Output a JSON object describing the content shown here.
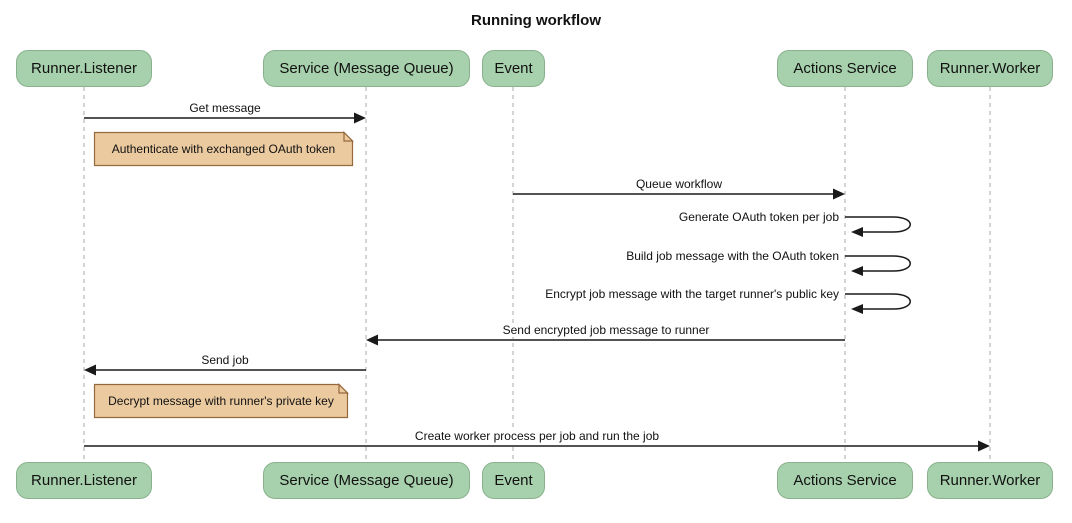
{
  "title": "Running workflow",
  "participants": [
    {
      "label": "Runner.Listener"
    },
    {
      "label": "Service (Message Queue)"
    },
    {
      "label": "Event"
    },
    {
      "label": "Actions Service"
    },
    {
      "label": "Runner.Worker"
    }
  ],
  "messages": [
    {
      "label": "Get message",
      "from": "Runner.Listener",
      "to": "Service (Message Queue)",
      "type": "solid-arrow"
    },
    {
      "label": "Queue workflow",
      "from": "Event",
      "to": "Actions Service",
      "type": "solid-arrow"
    },
    {
      "label": "Generate OAuth token per job",
      "from": "Actions Service",
      "to": "Actions Service",
      "type": "self-loop"
    },
    {
      "label": "Build job message with the OAuth token",
      "from": "Actions Service",
      "to": "Actions Service",
      "type": "self-loop"
    },
    {
      "label": "Encrypt job message with the target runner's public key",
      "from": "Actions Service",
      "to": "Actions Service",
      "type": "self-loop"
    },
    {
      "label": "Send encrypted job message to runner",
      "from": "Actions Service",
      "to": "Service (Message Queue)",
      "type": "solid-arrow"
    },
    {
      "label": "Send job",
      "from": "Service (Message Queue)",
      "to": "Runner.Listener",
      "type": "solid-arrow"
    },
    {
      "label": "Create worker process per job and run the job",
      "from": "Runner.Listener",
      "to": "Runner.Worker",
      "type": "solid-arrow"
    }
  ],
  "notes": [
    {
      "label": "Authenticate with exchanged OAuth token",
      "over": "Runner.Listener"
    },
    {
      "label": "Decrypt message with runner's private key",
      "over": "Runner.Listener"
    }
  ],
  "colors": {
    "actor_fill": "#a7d1ac",
    "actor_border": "#89b18d",
    "note_fill": "#ebcaa0",
    "note_border": "#96693c",
    "lifeline": "#aaaaaa",
    "arrow": "#1a1a1a",
    "text": "#111111",
    "bg": "#ffffff"
  }
}
